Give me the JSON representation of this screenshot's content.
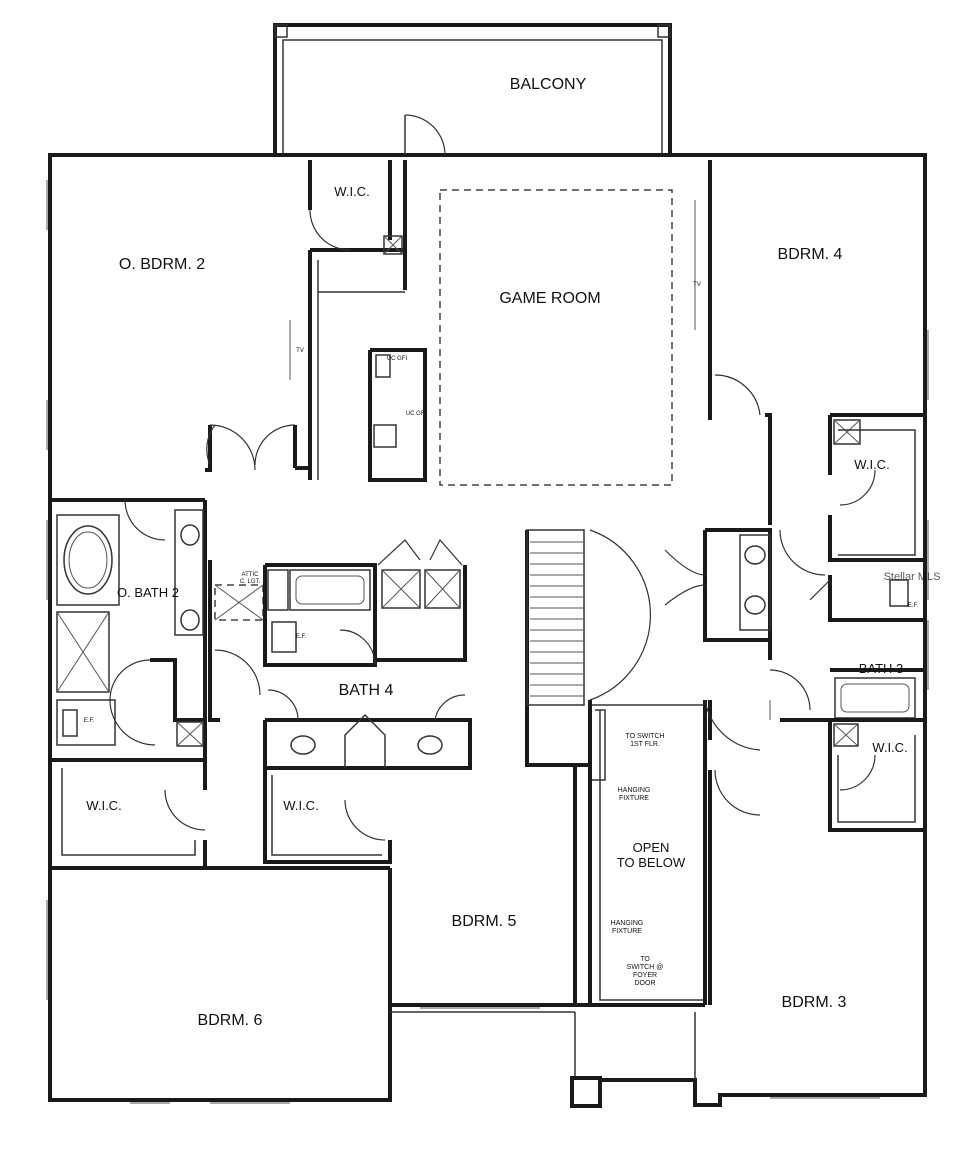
{
  "floor_plan": {
    "rooms": {
      "balcony": "BALCONY",
      "o_bdrm_2": "O. BDRM. 2",
      "game_room": "GAME ROOM",
      "bdrm_4": "BDRM. 4",
      "wic_top": "W.I.C.",
      "wic_bdrm4": "W.I.C.",
      "o_bath_2": "O. BATH 2",
      "attic_line1": "ATTIC",
      "attic_line2": "C. LGT.",
      "bath_4": "BATH 4",
      "bath_3": "BATH 3",
      "wic_left": "W.I.C.",
      "wic_center": "W.I.C.",
      "wic_bdrm3": "W.I.C.",
      "bdrm_5": "BDRM. 5",
      "bdrm_6": "BDRM. 6",
      "bdrm_3": "BDRM. 3",
      "open_line1": "OPEN",
      "open_line2": "TO BELOW"
    },
    "notes": {
      "switch_1st_line1": "TO SWITCH",
      "switch_1st_line2": "1ST FLR.",
      "hanging_1_line1": "HANGING",
      "hanging_1_line2": "FIXTURE",
      "hanging_2_line1": "HANGING",
      "hanging_2_line2": "FIXTURE",
      "switch_foyer_line1": "TO",
      "switch_foyer_line2": "SWITCH @",
      "switch_foyer_line3": "FOYER",
      "switch_foyer_line4": "DOOR",
      "tv_1": "TV",
      "tv_2": "TV",
      "uc_gfi_1": "UC GFI",
      "uc_gfi_2": "UC GFI",
      "ef_1": "E.F.",
      "ef_2": "E.F.",
      "ef_3": "E.F.",
      "watermark": "Stellar MLS"
    }
  }
}
